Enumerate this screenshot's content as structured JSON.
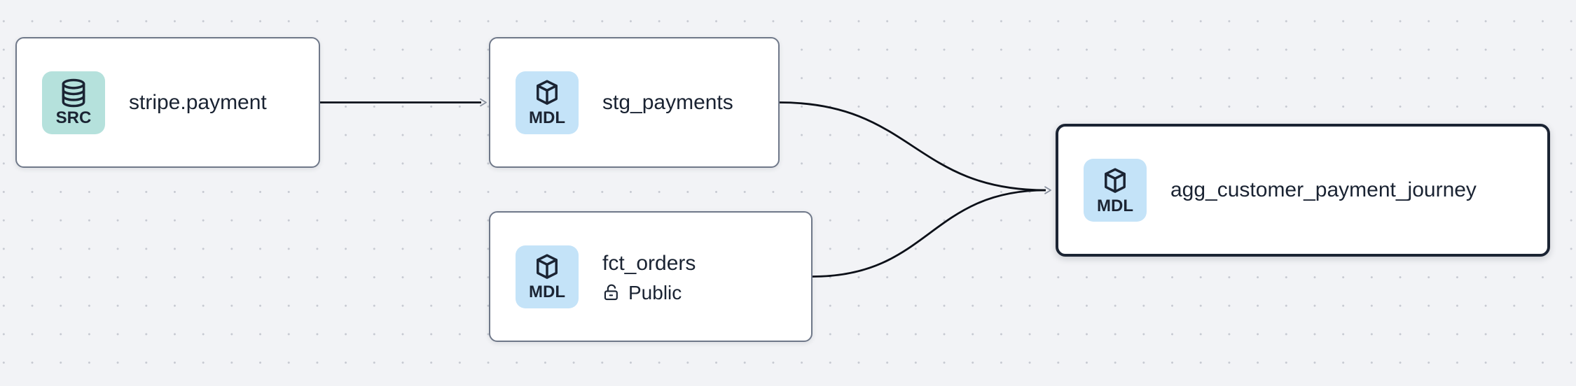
{
  "canvas": {
    "kind": "data-lineage-graph"
  },
  "colors": {
    "background": "#f2f3f6",
    "grid_dot": "#c6c9d1",
    "node_background": "#ffffff",
    "node_border": "#6f7889",
    "selected_node_border": "#1b2433",
    "src_badge_background": "#b5e1dc",
    "mdl_badge_background": "#c4e3f8",
    "text": "#1a2332",
    "edge": "#0c1018",
    "arrowhead": "#8b92a0"
  },
  "nodes": [
    {
      "title": "stripe.payment",
      "badge_label": "SRC",
      "badge_icon": "database-icon",
      "selected": false
    },
    {
      "title": "stg_payments",
      "badge_label": "MDL",
      "badge_icon": "cube-icon",
      "selected": false
    },
    {
      "title": "fct_orders",
      "badge_label": "MDL",
      "badge_icon": "cube-icon",
      "access_label": "Public",
      "access_icon": "unlock-icon",
      "selected": false
    },
    {
      "title": "agg_customer_payment_journey",
      "badge_label": "MDL",
      "badge_icon": "cube-icon",
      "selected": true
    }
  ],
  "edges": [
    {
      "from": "stripe.payment",
      "to": "stg_payments"
    },
    {
      "from": "stg_payments",
      "to": "agg_customer_payment_journey"
    },
    {
      "from": "fct_orders",
      "to": "agg_customer_payment_journey"
    }
  ]
}
